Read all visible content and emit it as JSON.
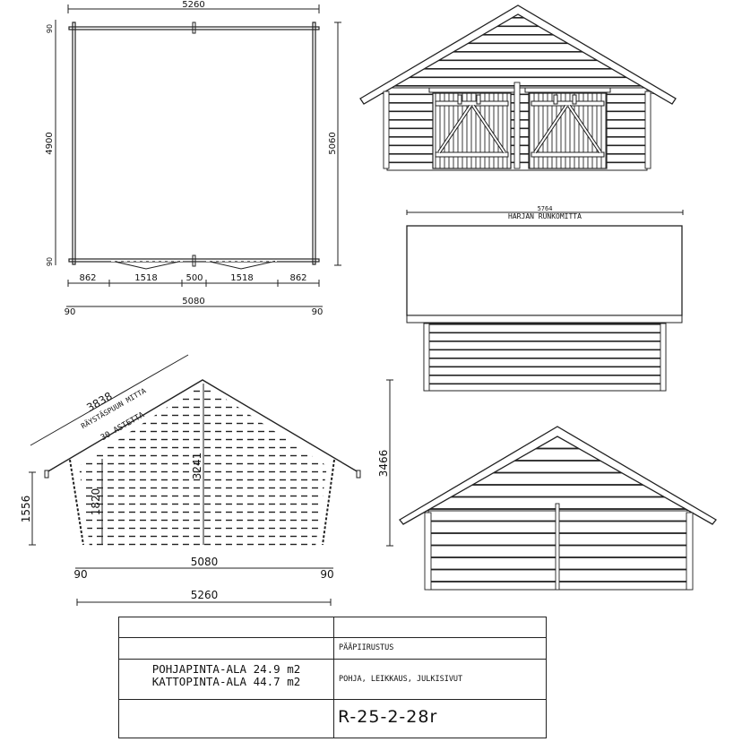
{
  "floor_plan": {
    "top_width": "5260",
    "right_height": "5060",
    "left_height": "4900",
    "left_top_offset": "90",
    "left_bottom_offset": "90",
    "bottom_segments": [
      "862",
      "1518",
      "500",
      "1518",
      "862"
    ],
    "bottom_total": "5080",
    "bottom_left_offset": "90",
    "bottom_right_offset": "90"
  },
  "side_elevation": {
    "ridge_dimension": "5764",
    "ridge_label": "HARJAN RUNKOMITTA"
  },
  "section": {
    "rafter_length": "3838",
    "rafter_label": "RÄYSTÄSPUUN MITTA",
    "angle_label": "30 ASTETTA",
    "ridge_height": "3241",
    "wall_height": "1820",
    "eave_height": "1556",
    "inner_width": "5080",
    "left_offset": "90",
    "right_offset": "90",
    "outer_width": "5260"
  },
  "back_elevation": {
    "total_height": "3466"
  },
  "title_block": {
    "row1_left": "",
    "row1_right": "",
    "row2_left": "",
    "drawing_type": "PÄÄPIIRUSTUS",
    "floor_area": "POHJAPINTA-ALA 24.9 m2",
    "roof_area": "KATTOPINTA-ALA 44.7 m2",
    "contents": "POHJA, LEIKKAUS, JULKISIVUT",
    "row4_left": "",
    "drawing_number": "R-25-2-28r"
  }
}
